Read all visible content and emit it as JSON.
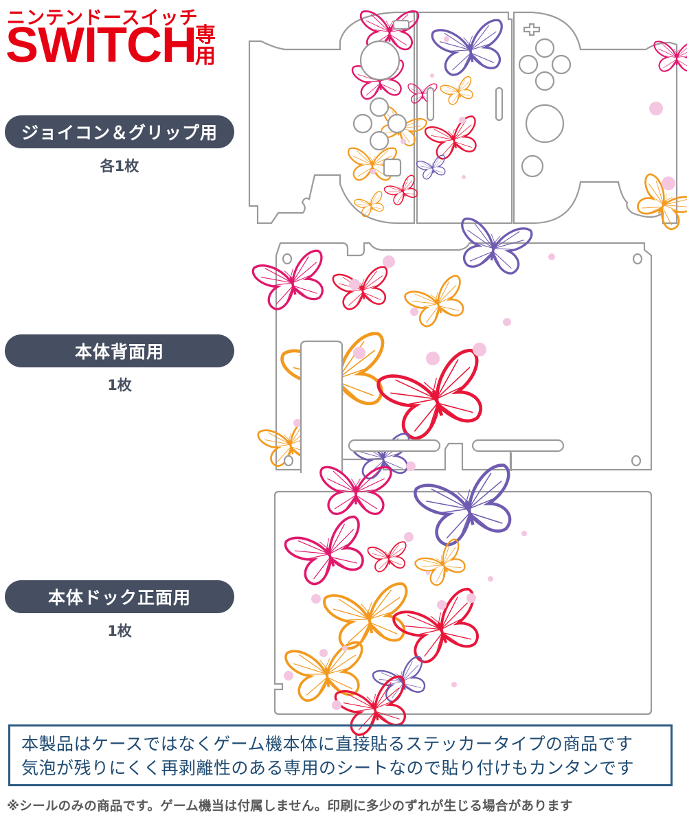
{
  "brand": {
    "kana": "ニンテンドースイッチ",
    "title": "SWITCH",
    "suffix": "専用",
    "color": "#e50012"
  },
  "sections": [
    {
      "label": "ジョイコン＆グリップ用",
      "count": "各1枚"
    },
    {
      "label": "本体背面用",
      "count": "1枚"
    },
    {
      "label": "本体ドック正面用",
      "count": "1枚"
    }
  ],
  "pill_color": "#464f61",
  "design": {
    "motif": "butterflies",
    "palette": [
      "#e0186c",
      "#f29a1f",
      "#e8173a",
      "#6f5bb0",
      "#f4c6e0"
    ],
    "cut_line_color": "#9b9b9b"
  },
  "notice": {
    "line1": "本製品はケースではなくゲーム機本体に直接貼るステッカータイプの商品です",
    "line2": "気泡が残りにくく再剥離性のある専用のシートなので貼り付けもカンタンです",
    "border_color": "#2c5a82"
  },
  "footnote": "※シールのみの商品です。ゲーム機当は付属しません。印刷に多少のずれが生じる場合があります"
}
